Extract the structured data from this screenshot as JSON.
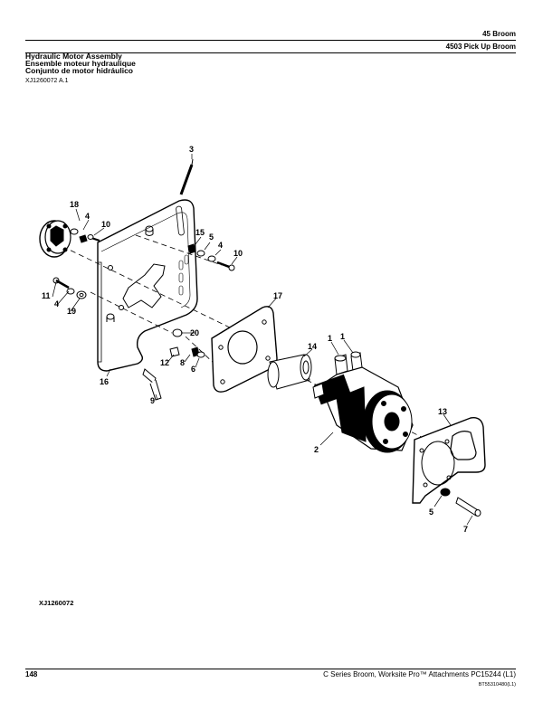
{
  "header": {
    "model": "45 Broom",
    "subtitle": "4503 Pick Up Broom"
  },
  "section": {
    "title_en": "Hydraulic Motor Assembly",
    "title_fr": "Ensemble moteur hydraulique",
    "title_es": "Conjunto de motor hidráulico",
    "ref_code": "XJ1260072 A.1"
  },
  "figure": {
    "drawing_id": "XJ1260072",
    "callouts": [
      "3",
      "18",
      "4",
      "10",
      "15",
      "5",
      "4",
      "10",
      "17",
      "11",
      "4",
      "19",
      "20",
      "14",
      "1",
      "1",
      "8",
      "12",
      "6",
      "16",
      "9",
      "13",
      "2",
      "5",
      "7"
    ]
  },
  "footer": {
    "page_number": "148",
    "doc_title": "C Series Broom, Worksite Pro™ Attachments   PC15244   (L1)",
    "code": "BT55310480(L1)"
  }
}
